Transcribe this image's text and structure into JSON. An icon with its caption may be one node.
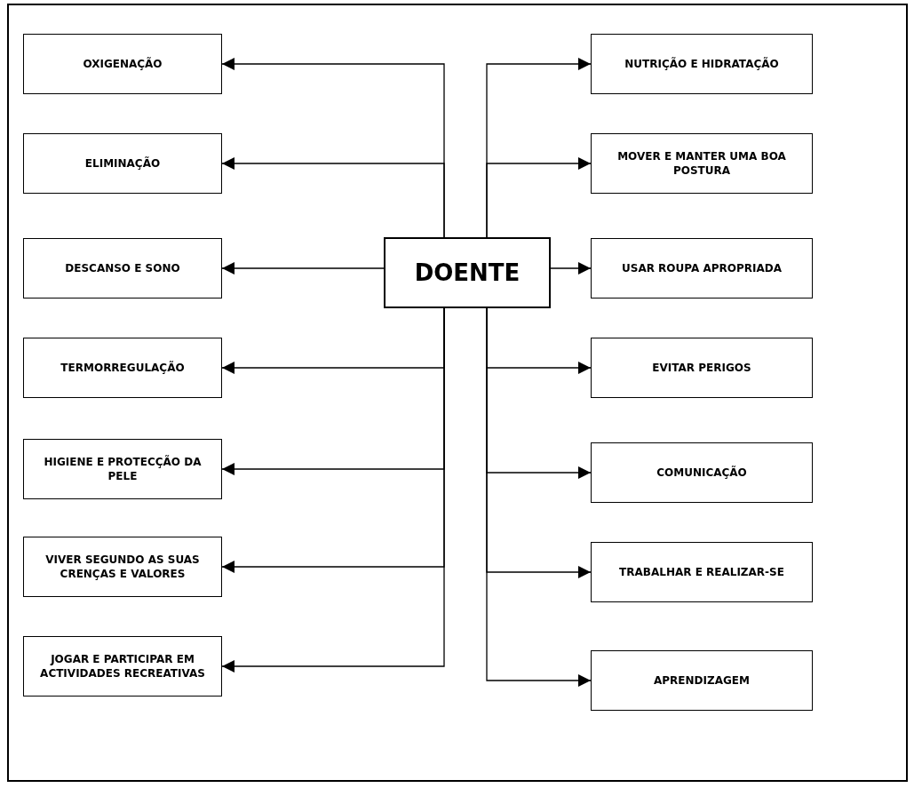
{
  "diagram": {
    "nodes": [
      {
        "text": [
          "OXIGENAÇÃO"
        ]
      },
      {
        "text": [
          "ELIMINAÇÃO"
        ]
      },
      {
        "text": [
          "DESCANSO E SONO"
        ]
      },
      {
        "text": [
          "TERMORREGULAÇÃO"
        ]
      },
      {
        "text": [
          "HIGIENE E PROTECÇÃO DA PELE"
        ]
      },
      {
        "text": [
          "VIVER SEGUNDO AS SUAS CRENÇAS E VALORES"
        ]
      },
      {
        "text": [
          "JOGAR E PARTICIPAR EM ACTIVIDADES RECREATIVAS"
        ]
      },
      {
        "text": [
          "NUTRIÇÃO E HIDRATAÇÃO"
        ]
      },
      {
        "text": [
          "MOVER E MANTER UMA BOA POSTURA"
        ]
      },
      {
        "text": [
          "USAR ROUPA APROPRIADA"
        ]
      },
      {
        "text": [
          "EVITAR PERIGOS"
        ]
      },
      {
        "text": [
          "COMUNICAÇÃO"
        ]
      },
      {
        "text": [
          "TRABALHAR E REALIZAR-SE"
        ]
      },
      {
        "text": [
          "APRENDIZAGEM"
        ]
      },
      {
        "text": [
          "DOENTE"
        ]
      }
    ],
    "edges": [
      {
        "from": 14,
        "to": 0,
        "arrow": "to"
      },
      {
        "from": 14,
        "to": 1,
        "arrow": "to"
      },
      {
        "from": 14,
        "to": 2,
        "arrow": "to"
      },
      {
        "from": 14,
        "to": 3,
        "arrow": "to"
      },
      {
        "from": 14,
        "to": 4,
        "arrow": "to"
      },
      {
        "from": 14,
        "to": 5,
        "arrow": "to"
      },
      {
        "from": 14,
        "to": 6,
        "arrow": "to"
      },
      {
        "from": 14,
        "to": 7,
        "arrow": "to"
      },
      {
        "from": 14,
        "to": 8,
        "arrow": "to"
      },
      {
        "from": 14,
        "to": 9,
        "arrow": "to"
      },
      {
        "from": 14,
        "to": 10,
        "arrow": "to"
      },
      {
        "from": 14,
        "to": 11,
        "arrow": "to"
      },
      {
        "from": 14,
        "to": 12,
        "arrow": "to"
      },
      {
        "from": 14,
        "to": 13,
        "arrow": "to"
      }
    ]
  }
}
